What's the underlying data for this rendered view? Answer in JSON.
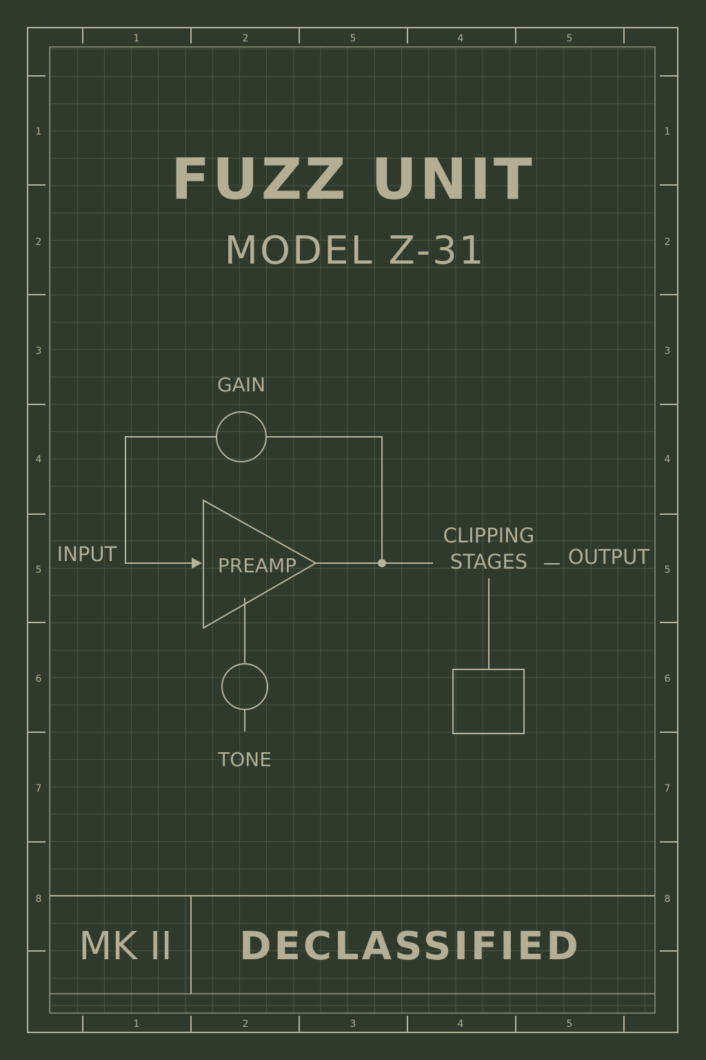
{
  "title": "FUZZ UNIT",
  "subtitle": "MODEL Z-31",
  "ruler": {
    "top": [
      "1",
      "2",
      "5",
      "4",
      "5"
    ],
    "bottom": [
      "1",
      "2",
      "3",
      "4",
      "5"
    ],
    "left": [
      "1",
      "2",
      "3",
      "4",
      "5",
      "6",
      "7",
      "8"
    ],
    "right": [
      "1",
      "2",
      "3",
      "4",
      "5",
      "6",
      "7",
      "8"
    ]
  },
  "diagram": {
    "gain": "GAIN",
    "input": "INPUT",
    "preamp": "PREAMP",
    "clipping_line1": "CLIPPING",
    "clipping_line2": "STAGES",
    "output": "OUTPUT",
    "tone": "TONE"
  },
  "footer": {
    "mark": "MK II",
    "status": "DECLASSIFIED"
  },
  "colors": {
    "background": "#2f3a2c",
    "ink": "#b8b49a",
    "grid": "#4a5643"
  }
}
